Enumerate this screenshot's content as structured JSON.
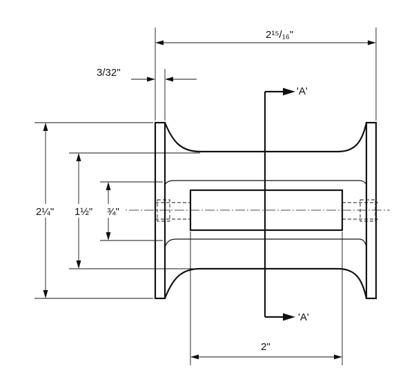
{
  "dimensions": {
    "overall_length": "2¹⁵/₁₆\"",
    "flange_thickness": "3/32\"",
    "outer_diameter": "2¼\"",
    "groove_diameter": "1½\"",
    "bore_diameter": "¾\"",
    "hub_length": "2\""
  },
  "section_labels": {
    "top": "'A'",
    "bottom": "'A'"
  }
}
